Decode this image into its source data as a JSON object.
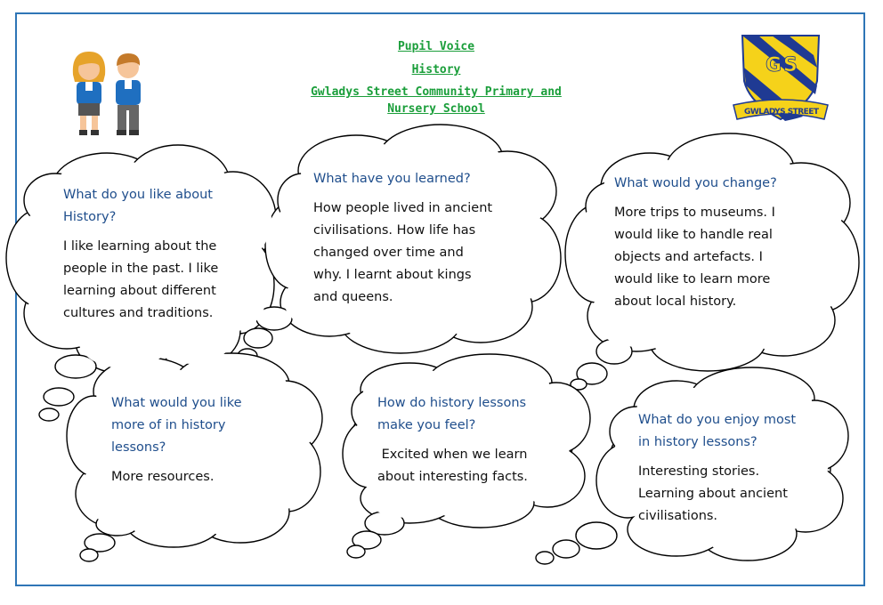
{
  "header": {
    "title": "Pupil Voice",
    "subject": "History",
    "school": "Gwladys Street Community Primary and Nursery School"
  },
  "crest": {
    "letters": "GS",
    "banner": "GWLADYS STREET"
  },
  "bubbles": [
    {
      "question": "What do you like about History?",
      "answer": "I like learning about the people in the past.  I like learning about different cultures and traditions."
    },
    {
      "question": "What have you learned?",
      "answer": "How people lived in ancient civilisations.  How life has changed over time and why. I learnt about kings and queens."
    },
    {
      "question": "What would you change?",
      "answer": "More trips to museums.  I would like to handle real objects and artefacts.  I would like to learn more about local history."
    },
    {
      "question": "What would you like more of in history lessons?",
      "answer": "More resources."
    },
    {
      "question": "How do history lessons make you feel?",
      "answer": " Excited when we learn about interesting facts."
    },
    {
      "question": "What do you enjoy most in history lessons?",
      "answer": "Interesting stories. Learning about ancient civilisations."
    }
  ],
  "colors": {
    "frame": "#2e75b6",
    "header": "#1a9e3a",
    "question": "#1f4e8c",
    "crest_blue": "#1f3a93",
    "crest_yellow": "#f5d21a"
  }
}
